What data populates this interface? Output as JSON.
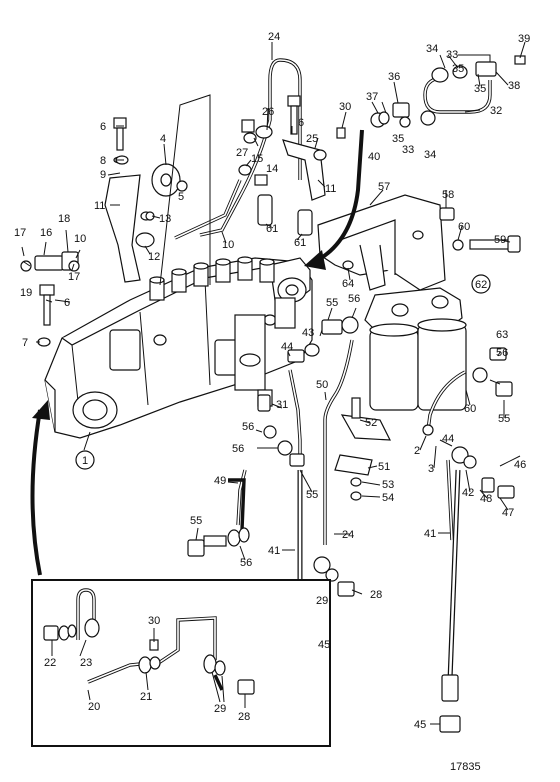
{
  "drawing_number": "17835",
  "callouts": {
    "c1": "1",
    "c2": "2",
    "c3": "3",
    "c4": "4",
    "c5": "5",
    "c6a": "6",
    "c6b": "6",
    "c6c": "6",
    "c7": "7",
    "c8": "8",
    "c9": "9",
    "c10a": "10",
    "c10b": "10",
    "c11a": "11",
    "c11b": "11",
    "c12": "12",
    "c13": "13",
    "c14": "14",
    "c15": "15",
    "c16": "16",
    "c17a": "17",
    "c17b": "17",
    "c18": "18",
    "c19": "19",
    "c20": "20",
    "c21": "21",
    "c22": "22",
    "c23": "23",
    "c24a": "24",
    "c24b": "24",
    "c25": "25",
    "c26": "26",
    "c27": "27",
    "c28a": "28",
    "c28b": "28",
    "c29a": "29",
    "c29b": "29",
    "c30a": "30",
    "c30b": "30",
    "c31": "31",
    "c32": "32",
    "c33a": "33",
    "c33b": "33",
    "c34a": "34",
    "c34b": "34",
    "c35a": "35",
    "c35b": "35",
    "c36": "36",
    "c37": "37",
    "c38": "38",
    "c39": "39",
    "c40": "40",
    "c41a": "41",
    "c41b": "41",
    "c42": "42",
    "c43": "43",
    "c44a": "44",
    "c44b": "44",
    "c45a": "45",
    "c45b": "45",
    "c46": "46",
    "c47": "47",
    "c48": "48",
    "c49": "49",
    "c50": "50",
    "c51": "51",
    "c52": "52",
    "c53": "53",
    "c54": "54",
    "c55a": "55",
    "c55b": "55",
    "c55c": "55",
    "c55d": "55",
    "c56a": "56",
    "c56b": "56",
    "c56c": "56",
    "c56d": "56",
    "c56e": "56",
    "c57": "57",
    "c58": "58",
    "c59": "59",
    "c60a": "60",
    "c60b": "60",
    "c61a": "61",
    "c61b": "61",
    "c62": "62",
    "c63": "63",
    "c64": "64"
  }
}
